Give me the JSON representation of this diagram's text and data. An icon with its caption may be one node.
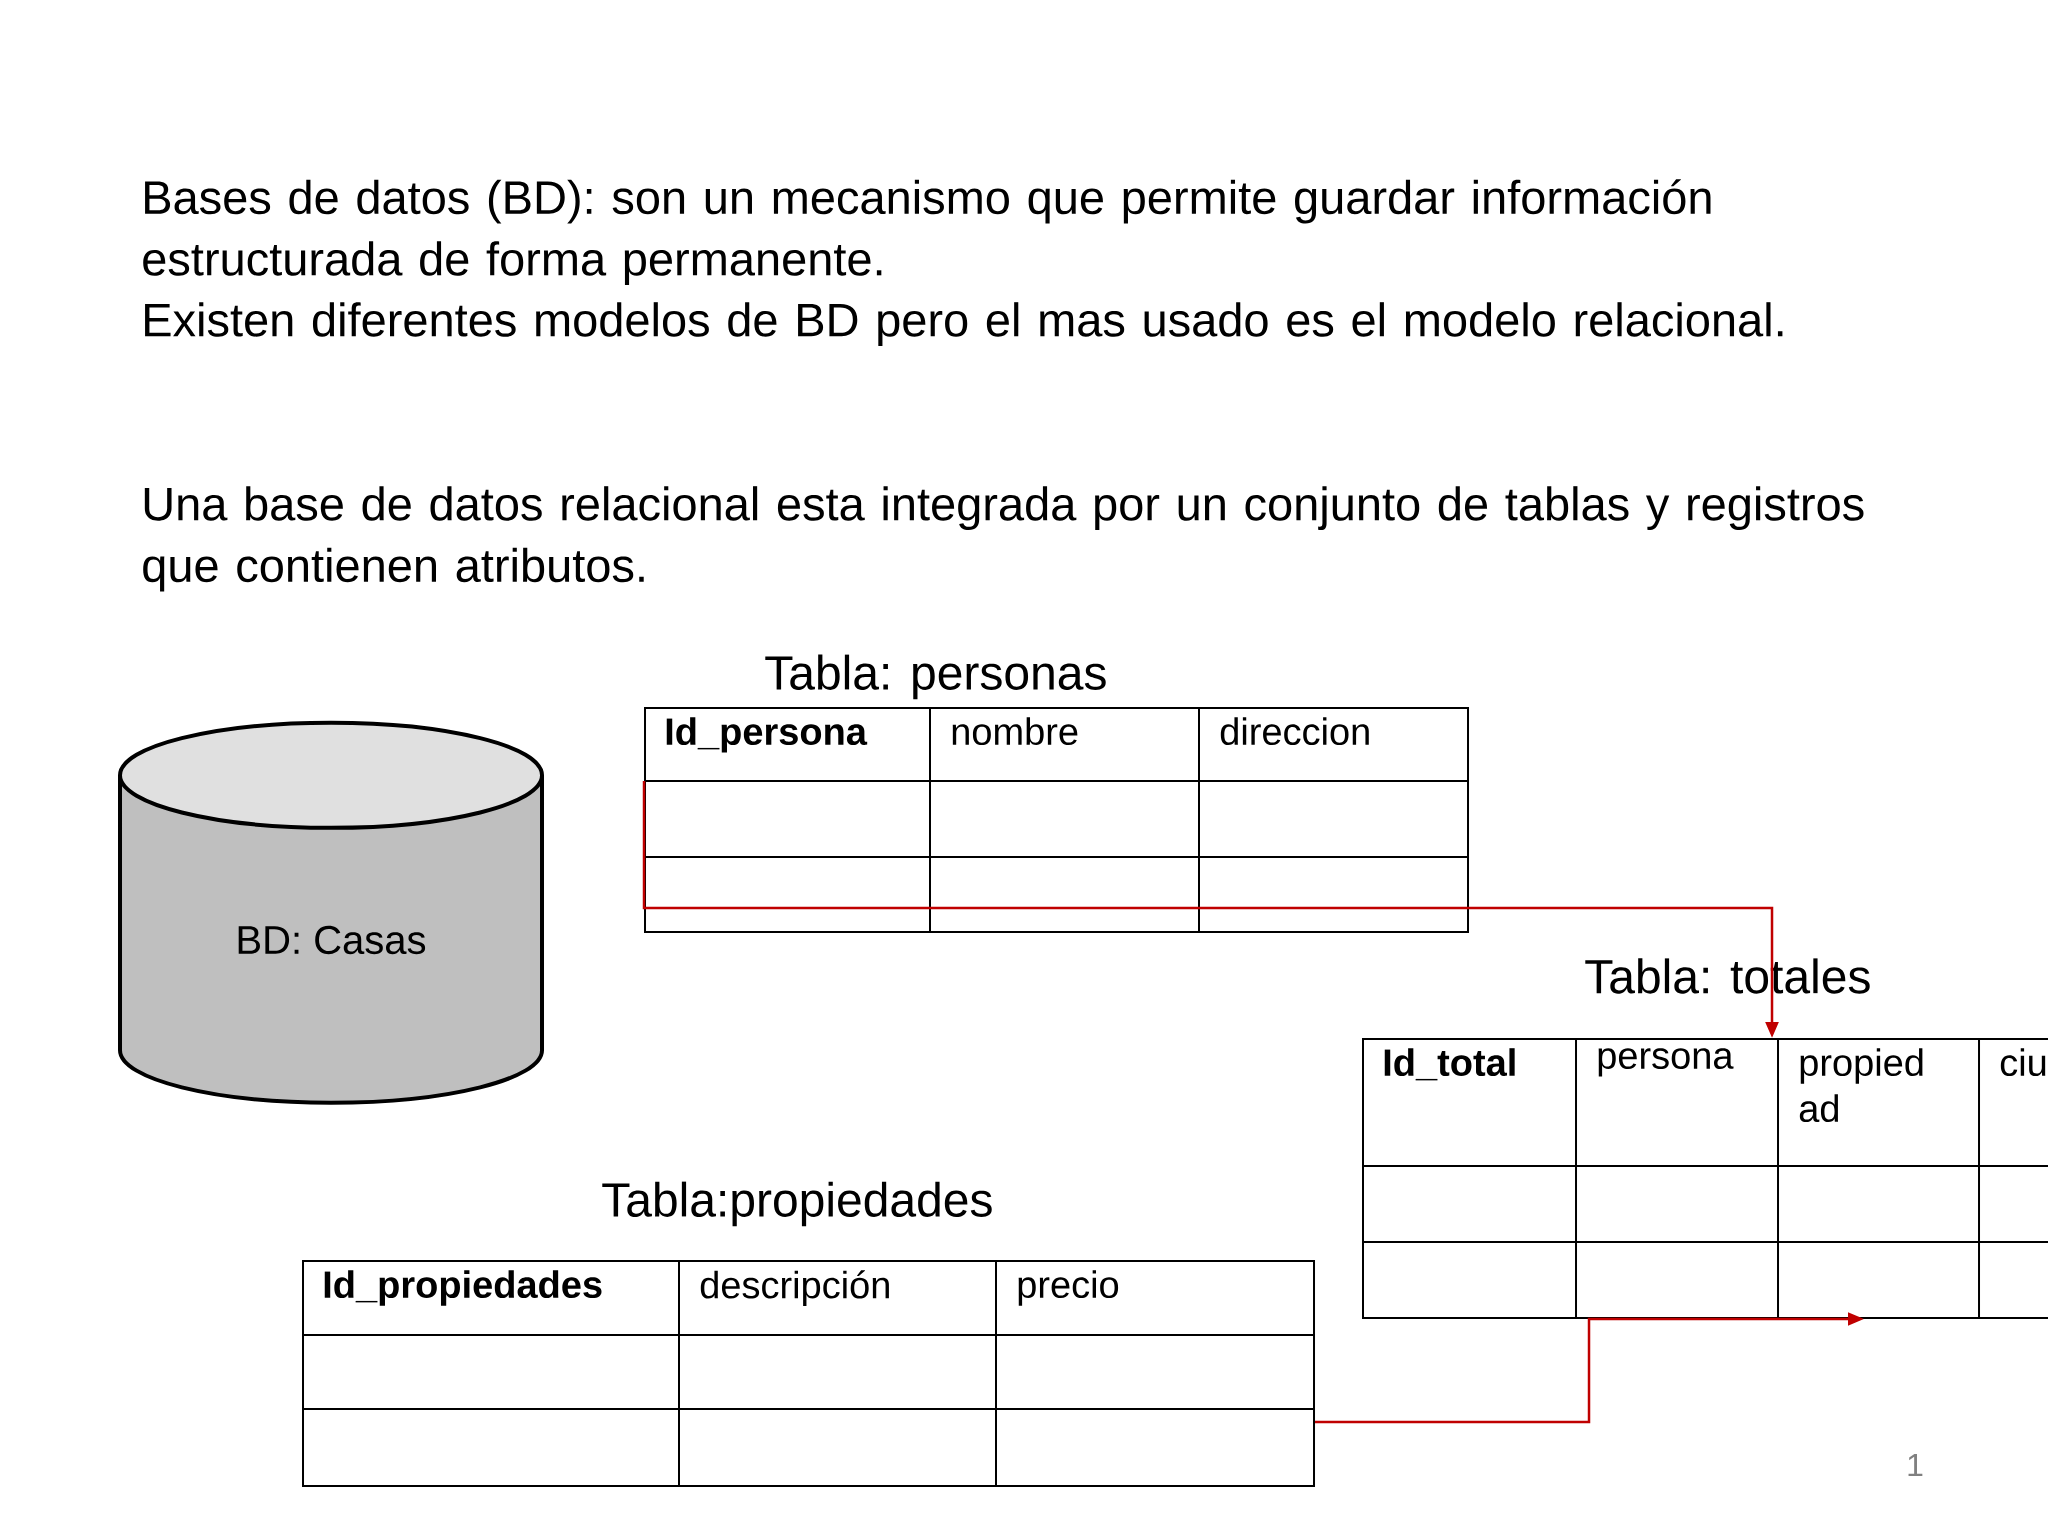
{
  "diagram": {
    "nodes": [
      {
        "text": [
          "BD: Casas"
        ]
      },
      {
        "text": [
          "Tabla: personas",
          "Id_persona",
          "nombre",
          "direccion"
        ]
      },
      {
        "text": [
          "Tabla: totales",
          "Id_total",
          "persona",
          "propied ad",
          "ciu"
        ]
      },
      {
        "text": [
          "Tabla:propiedades",
          "Id_propiedades",
          "descripción",
          "precio"
        ]
      }
    ],
    "edges": [
      {
        "from": 1,
        "to": 2,
        "arrow": "to"
      },
      {
        "from": 3,
        "to": 2,
        "arrow": "to"
      }
    ],
    "labels": [
      "Bases de datos (BD): son un mecanismo que permite guardar información estructurada de forma permanente.",
      "Existen diferentes modelos de BD pero el mas usado es el modelo relacional.",
      "Una base de datos relacional esta integrada por un conjunto de tablas y registros que contienen atributos.",
      "1"
    ]
  }
}
